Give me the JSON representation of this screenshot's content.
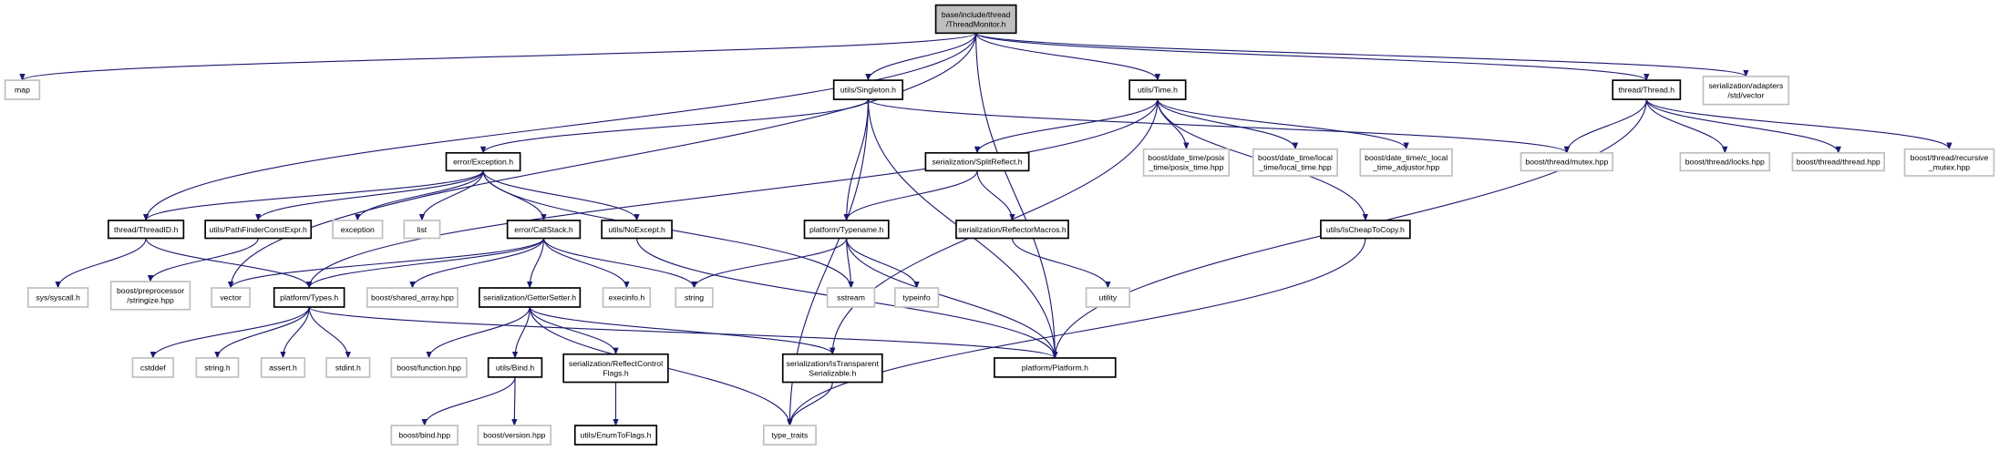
{
  "graph": {
    "nodes": [
      {
        "id": "main",
        "lines": [
          "base/include/thread",
          "/ThreadMonitor.h"
        ],
        "kind": "root"
      },
      {
        "id": "map",
        "lines": [
          "map"
        ],
        "kind": "ext"
      },
      {
        "id": "singleton",
        "lines": [
          "utils/Singleton.h"
        ],
        "kind": "doc"
      },
      {
        "id": "time",
        "lines": [
          "utils/Time.h"
        ],
        "kind": "doc"
      },
      {
        "id": "thread",
        "lines": [
          "thread/Thread.h"
        ],
        "kind": "doc"
      },
      {
        "id": "adapters",
        "lines": [
          "serialization/adapters",
          "/std/vector"
        ],
        "kind": "ext"
      },
      {
        "id": "exception_h",
        "lines": [
          "error/Exception.h"
        ],
        "kind": "doc"
      },
      {
        "id": "splitreflect",
        "lines": [
          "serialization/SplitReflect.h"
        ],
        "kind": "doc"
      },
      {
        "id": "posix",
        "lines": [
          "boost/date_time/posix",
          "_time/posix_time.hpp"
        ],
        "kind": "ext"
      },
      {
        "id": "localtime",
        "lines": [
          "boost/date_time/local",
          "_time/local_time.hpp"
        ],
        "kind": "ext"
      },
      {
        "id": "clocal",
        "lines": [
          "boost/date_time/c_local",
          "_time_adjustor.hpp"
        ],
        "kind": "ext"
      },
      {
        "id": "mutex",
        "lines": [
          "boost/thread/mutex.hpp"
        ],
        "kind": "ext"
      },
      {
        "id": "locks",
        "lines": [
          "boost/thread/locks.hpp"
        ],
        "kind": "ext"
      },
      {
        "id": "threadhpp",
        "lines": [
          "boost/thread/thread.hpp"
        ],
        "kind": "ext"
      },
      {
        "id": "recursive",
        "lines": [
          "boost/thread/recursive",
          "_mutex.hpp"
        ],
        "kind": "ext"
      },
      {
        "id": "threadid",
        "lines": [
          "thread/ThreadID.h"
        ],
        "kind": "doc"
      },
      {
        "id": "pathfinder",
        "lines": [
          "utils/PathFinderConstExpr.h"
        ],
        "kind": "doc"
      },
      {
        "id": "exception",
        "lines": [
          "exception"
        ],
        "kind": "ext"
      },
      {
        "id": "list",
        "lines": [
          "list"
        ],
        "kind": "ext"
      },
      {
        "id": "callstack",
        "lines": [
          "error/CallStack.h"
        ],
        "kind": "doc"
      },
      {
        "id": "noexcept",
        "lines": [
          "utils/NoExcept.h"
        ],
        "kind": "doc"
      },
      {
        "id": "typename",
        "lines": [
          "platform/Typename.h"
        ],
        "kind": "doc"
      },
      {
        "id": "reflectormacros",
        "lines": [
          "serialization/ReflectorMacros.h"
        ],
        "kind": "doc"
      },
      {
        "id": "ischeap",
        "lines": [
          "utils/IsCheapToCopy.h"
        ],
        "kind": "doc"
      },
      {
        "id": "syscall",
        "lines": [
          "sys/syscall.h"
        ],
        "kind": "ext"
      },
      {
        "id": "stringize",
        "lines": [
          "boost/preprocessor",
          "/stringize.hpp"
        ],
        "kind": "ext"
      },
      {
        "id": "vector",
        "lines": [
          "vector"
        ],
        "kind": "ext"
      },
      {
        "id": "types",
        "lines": [
          "platform/Types.h"
        ],
        "kind": "doc"
      },
      {
        "id": "sharedarray",
        "lines": [
          "boost/shared_array.hpp"
        ],
        "kind": "ext"
      },
      {
        "id": "gettersetter",
        "lines": [
          "serialization/GetterSetter.h"
        ],
        "kind": "doc"
      },
      {
        "id": "execinfo",
        "lines": [
          "execinfo.h"
        ],
        "kind": "ext"
      },
      {
        "id": "string",
        "lines": [
          "string"
        ],
        "kind": "ext"
      },
      {
        "id": "sstream",
        "lines": [
          "sstream"
        ],
        "kind": "ext"
      },
      {
        "id": "typeinfo",
        "lines": [
          "typeinfo"
        ],
        "kind": "ext"
      },
      {
        "id": "utility",
        "lines": [
          "utility"
        ],
        "kind": "ext"
      },
      {
        "id": "cstddef",
        "lines": [
          "cstddef"
        ],
        "kind": "ext"
      },
      {
        "id": "stringh",
        "lines": [
          "string.h"
        ],
        "kind": "ext"
      },
      {
        "id": "asserth",
        "lines": [
          "assert.h"
        ],
        "kind": "ext"
      },
      {
        "id": "stdinth",
        "lines": [
          "stdint.h"
        ],
        "kind": "ext"
      },
      {
        "id": "function",
        "lines": [
          "boost/function.hpp"
        ],
        "kind": "ext"
      },
      {
        "id": "bind",
        "lines": [
          "utils/Bind.h"
        ],
        "kind": "doc"
      },
      {
        "id": "reflectcontrol",
        "lines": [
          "serialization/ReflectControl",
          "Flags.h"
        ],
        "kind": "doc"
      },
      {
        "id": "istransparent",
        "lines": [
          "serialization/IsTransparent",
          "Serializable.h"
        ],
        "kind": "doc"
      },
      {
        "id": "platform",
        "lines": [
          "platform/Platform.h"
        ],
        "kind": "doc"
      },
      {
        "id": "bindhpp",
        "lines": [
          "boost/bind.hpp"
        ],
        "kind": "ext"
      },
      {
        "id": "version",
        "lines": [
          "boost/version.hpp"
        ],
        "kind": "ext"
      },
      {
        "id": "enumtoflags",
        "lines": [
          "utils/EnumToFlags.h"
        ],
        "kind": "doc"
      },
      {
        "id": "typetraits",
        "lines": [
          "type_traits"
        ],
        "kind": "ext"
      }
    ],
    "edges": [
      [
        "main",
        "map"
      ],
      [
        "main",
        "threadid"
      ],
      [
        "main",
        "vector"
      ],
      [
        "main",
        "singleton"
      ],
      [
        "main",
        "time"
      ],
      [
        "main",
        "thread"
      ],
      [
        "main",
        "adapters"
      ],
      [
        "main",
        "platform"
      ],
      [
        "singleton",
        "exception_h"
      ],
      [
        "singleton",
        "typename"
      ],
      [
        "singleton",
        "platform"
      ],
      [
        "singleton",
        "typetraits"
      ],
      [
        "singleton",
        "mutex"
      ],
      [
        "time",
        "splitreflect"
      ],
      [
        "time",
        "posix"
      ],
      [
        "time",
        "localtime"
      ],
      [
        "time",
        "clocal"
      ],
      [
        "time",
        "ischeap"
      ],
      [
        "time",
        "types"
      ],
      [
        "time",
        "istransparent"
      ],
      [
        "thread",
        "mutex"
      ],
      [
        "thread",
        "locks"
      ],
      [
        "thread",
        "threadhpp"
      ],
      [
        "thread",
        "recursive"
      ],
      [
        "thread",
        "platform"
      ],
      [
        "exception_h",
        "threadid"
      ],
      [
        "exception_h",
        "pathfinder"
      ],
      [
        "exception_h",
        "exception"
      ],
      [
        "exception_h",
        "list"
      ],
      [
        "exception_h",
        "callstack"
      ],
      [
        "exception_h",
        "noexcept"
      ],
      [
        "exception_h",
        "sstream"
      ],
      [
        "splitreflect",
        "typename"
      ],
      [
        "splitreflect",
        "reflectormacros"
      ],
      [
        "reflectormacros",
        "utility"
      ],
      [
        "ischeap",
        "typetraits"
      ],
      [
        "threadid",
        "syscall"
      ],
      [
        "threadid",
        "types"
      ],
      [
        "pathfinder",
        "stringize"
      ],
      [
        "callstack",
        "vector"
      ],
      [
        "callstack",
        "types"
      ],
      [
        "callstack",
        "sharedarray"
      ],
      [
        "callstack",
        "gettersetter"
      ],
      [
        "callstack",
        "execinfo"
      ],
      [
        "callstack",
        "string"
      ],
      [
        "noexcept",
        "platform"
      ],
      [
        "typename",
        "string"
      ],
      [
        "typename",
        "sstream"
      ],
      [
        "typename",
        "typeinfo"
      ],
      [
        "typename",
        "platform"
      ],
      [
        "types",
        "cstddef"
      ],
      [
        "types",
        "stringh"
      ],
      [
        "types",
        "asserth"
      ],
      [
        "types",
        "stdinth"
      ],
      [
        "types",
        "platform"
      ],
      [
        "gettersetter",
        "function"
      ],
      [
        "gettersetter",
        "bind"
      ],
      [
        "gettersetter",
        "reflectcontrol"
      ],
      [
        "gettersetter",
        "istransparent"
      ],
      [
        "gettersetter",
        "typetraits"
      ],
      [
        "bind",
        "bindhpp"
      ],
      [
        "bind",
        "version"
      ],
      [
        "reflectcontrol",
        "enumtoflags"
      ],
      [
        "istransparent",
        "typetraits"
      ]
    ]
  }
}
